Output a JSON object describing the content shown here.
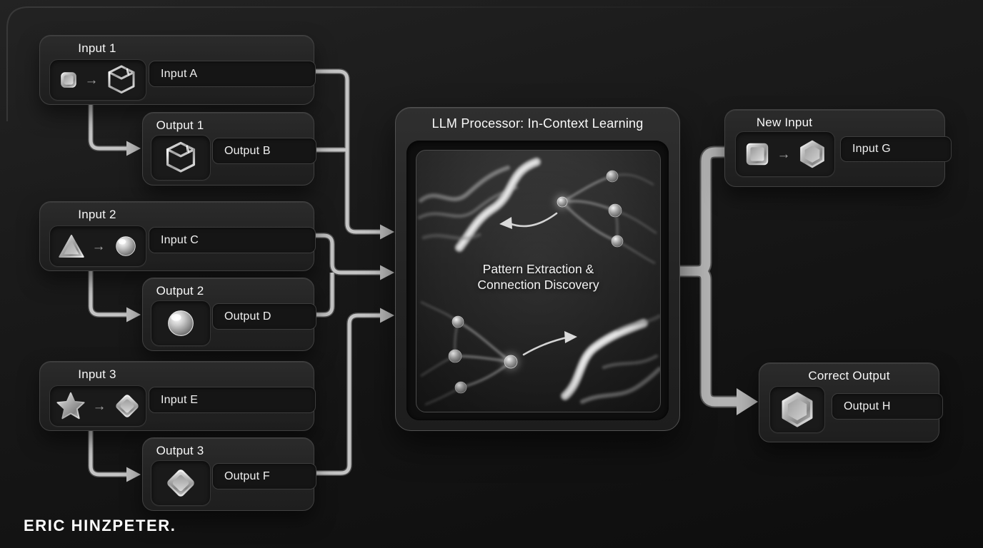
{
  "signature": "ERIC HINZPETER.",
  "arrow_glyph": "→",
  "colors": {
    "background_top": "#232323",
    "background_bottom": "#0d0d0d",
    "card_border": "#414141",
    "connector": "#c2c2c2",
    "connector_thick": "#b3b3b3",
    "metal_silver": "#c9c9c9"
  },
  "example_pairs": [
    {
      "input": {
        "title": "Input 1",
        "field": "Input A",
        "icon_from": "cube-icon",
        "icon_to": "package-icon"
      },
      "output": {
        "title": "Output 1",
        "field": "Output B",
        "icon": "package-icon"
      }
    },
    {
      "input": {
        "title": "Input 2",
        "field": "Input C",
        "icon_from": "triangle-icon",
        "icon_to": "sphere-icon"
      },
      "output": {
        "title": "Output 2",
        "field": "Output D",
        "icon": "sphere-icon"
      }
    },
    {
      "input": {
        "title": "Input 3",
        "field": "Input E",
        "icon_from": "star-icon",
        "icon_to": "diamond-icon"
      },
      "output": {
        "title": "Output 3",
        "field": "Output F",
        "icon": "diamond-icon"
      }
    }
  ],
  "processor": {
    "title": "LLM Processor: In-Context Learning",
    "caption_line1": "Pattern Extraction &",
    "caption_line2": "Connection Discovery"
  },
  "new_input": {
    "title": "New Input",
    "field": "Input G",
    "icon_from": "square-icon",
    "icon_to": "hexagon-icon"
  },
  "correct_output": {
    "title": "Correct Output",
    "field": "Output H",
    "icon": "hexagon-icon"
  }
}
